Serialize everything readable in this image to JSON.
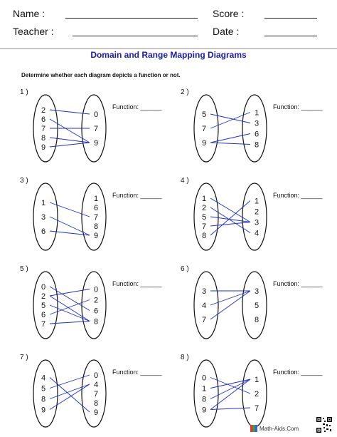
{
  "header": {
    "name_label": "Name :",
    "teacher_label": "Teacher :",
    "score_label": "Score :",
    "date_label": "Date :"
  },
  "title": "Domain and Range Mapping Diagrams",
  "instructions": "Determine whether each diagram depicts a function or not.",
  "function_label": "Function: ______",
  "problems": [
    {
      "number": "1 )",
      "domain": [
        "2",
        "6",
        "7",
        "8",
        "9"
      ],
      "range": [
        "0",
        "7",
        "9"
      ],
      "mappings": [
        [
          "2",
          "0"
        ],
        [
          "6",
          "9"
        ],
        [
          "7",
          "7"
        ],
        [
          "8",
          "9"
        ],
        [
          "9",
          "9"
        ]
      ]
    },
    {
      "number": "2 )",
      "domain": [
        "5",
        "7",
        "9"
      ],
      "range": [
        "1",
        "3",
        "6",
        "8"
      ],
      "mappings": [
        [
          "5",
          "3"
        ],
        [
          "7",
          "1"
        ],
        [
          "9",
          "6"
        ],
        [
          "9",
          "8"
        ]
      ]
    },
    {
      "number": "3 )",
      "domain": [
        "1",
        "3",
        "6"
      ],
      "range": [
        "1",
        "6",
        "7",
        "8",
        "9"
      ],
      "mappings": [
        [
          "1",
          "7"
        ],
        [
          "3",
          "9"
        ],
        [
          "6",
          "9"
        ]
      ]
    },
    {
      "number": "4 )",
      "domain": [
        "1",
        "2",
        "5",
        "7",
        "8"
      ],
      "range": [
        "1",
        "2",
        "3",
        "4"
      ],
      "mappings": [
        [
          "1",
          "3"
        ],
        [
          "2",
          "4"
        ],
        [
          "5",
          "3"
        ],
        [
          "7",
          "3"
        ],
        [
          "8",
          "1"
        ]
      ]
    },
    {
      "number": "5 )",
      "domain": [
        "0",
        "2",
        "5",
        "6",
        "7"
      ],
      "range": [
        "0",
        "2",
        "6",
        "8"
      ],
      "mappings": [
        [
          "0",
          "6"
        ],
        [
          "2",
          "8"
        ],
        [
          "2",
          "0"
        ],
        [
          "5",
          "8"
        ],
        [
          "6",
          "2"
        ],
        [
          "7",
          "8"
        ]
      ]
    },
    {
      "number": "6 )",
      "domain": [
        "3",
        "4",
        "7"
      ],
      "range": [
        "3",
        "5",
        "8"
      ],
      "mappings": [
        [
          "3",
          "3"
        ],
        [
          "4",
          "3"
        ],
        [
          "7",
          "3"
        ]
      ]
    },
    {
      "number": "7 )",
      "domain": [
        "4",
        "5",
        "8",
        "9"
      ],
      "range": [
        "0",
        "4",
        "7",
        "8",
        "9"
      ],
      "mappings": [
        [
          "4",
          "9"
        ],
        [
          "5",
          "0"
        ],
        [
          "8",
          "4"
        ],
        [
          "9",
          "4"
        ]
      ]
    },
    {
      "number": "8 )",
      "domain": [
        "0",
        "1",
        "8",
        "9"
      ],
      "range": [
        "1",
        "2",
        "7"
      ],
      "mappings": [
        [
          "0",
          "2"
        ],
        [
          "1",
          "1"
        ],
        [
          "8",
          "1"
        ],
        [
          "9",
          "7"
        ],
        [
          "9",
          "1"
        ]
      ]
    }
  ],
  "footer": {
    "brand": "Math-Aids.Com"
  },
  "colors": {
    "line": "#1f2fd0",
    "title": "#1b1bb0"
  }
}
